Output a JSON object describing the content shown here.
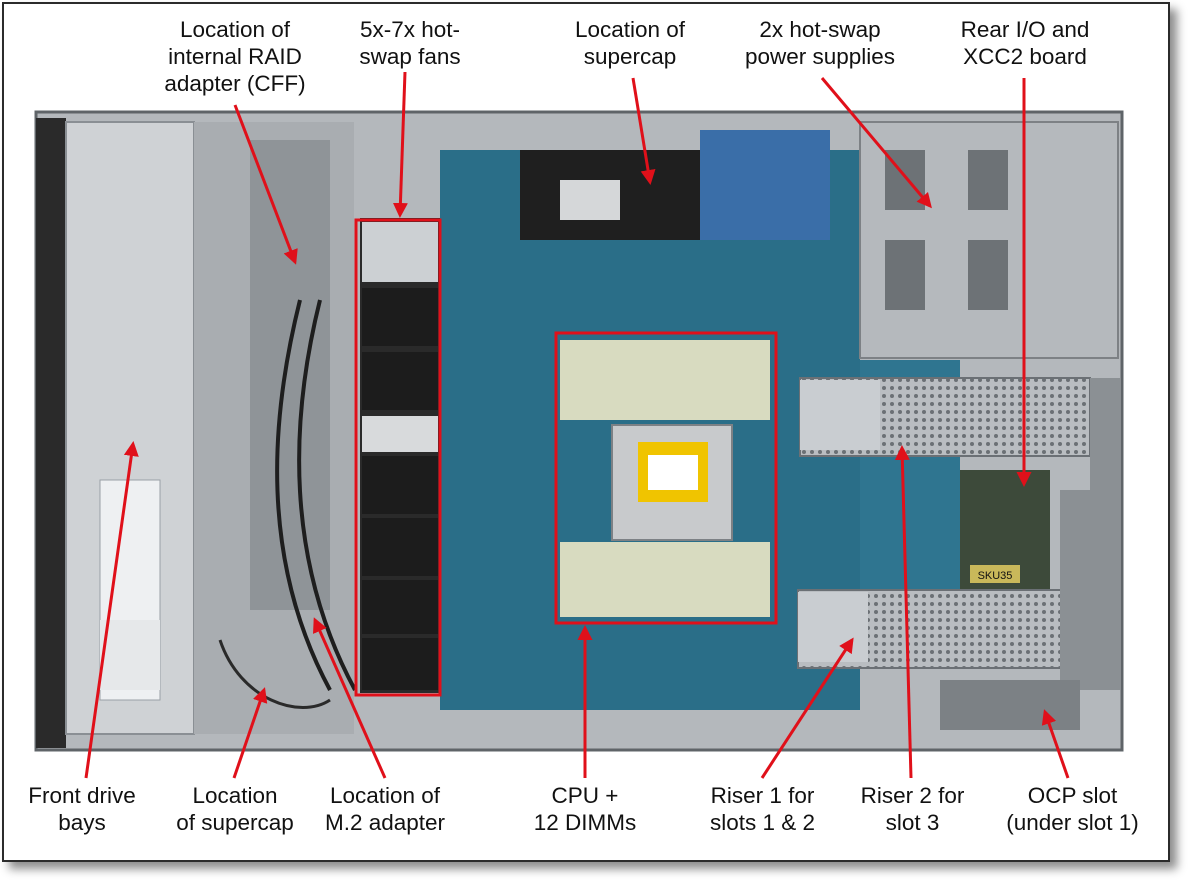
{
  "labels": {
    "raid": "Location of\ninternal RAID\nadapter (CFF)",
    "fans": "5x-7x hot-\nswap fans",
    "supercap_top": "Location of\nsupercap",
    "psu": "2x hot-swap\npower supplies",
    "rear_io": "Rear I/O and\nXCC2 board",
    "front_bays": "Front drive\nbays",
    "supercap_bottom": "Location\nof supercap",
    "m2": "Location of\nM.2 adapter",
    "cpu": "CPU +\n12 DIMMs",
    "riser1": "Riser 1 for\nslots 1 & 2",
    "riser2": "Riser 2 for\nslot 3",
    "ocp": "OCP slot\n(under slot 1)"
  },
  "photo_text": {
    "sku": "SKU35"
  },
  "colors": {
    "arrow": "#e0101a",
    "highlight_box": "#e0101a",
    "motherboard": "#2a6e88",
    "chassis": "#9aa0a6",
    "fan": "#1c1c1c",
    "frame": "#2b2b2b"
  }
}
